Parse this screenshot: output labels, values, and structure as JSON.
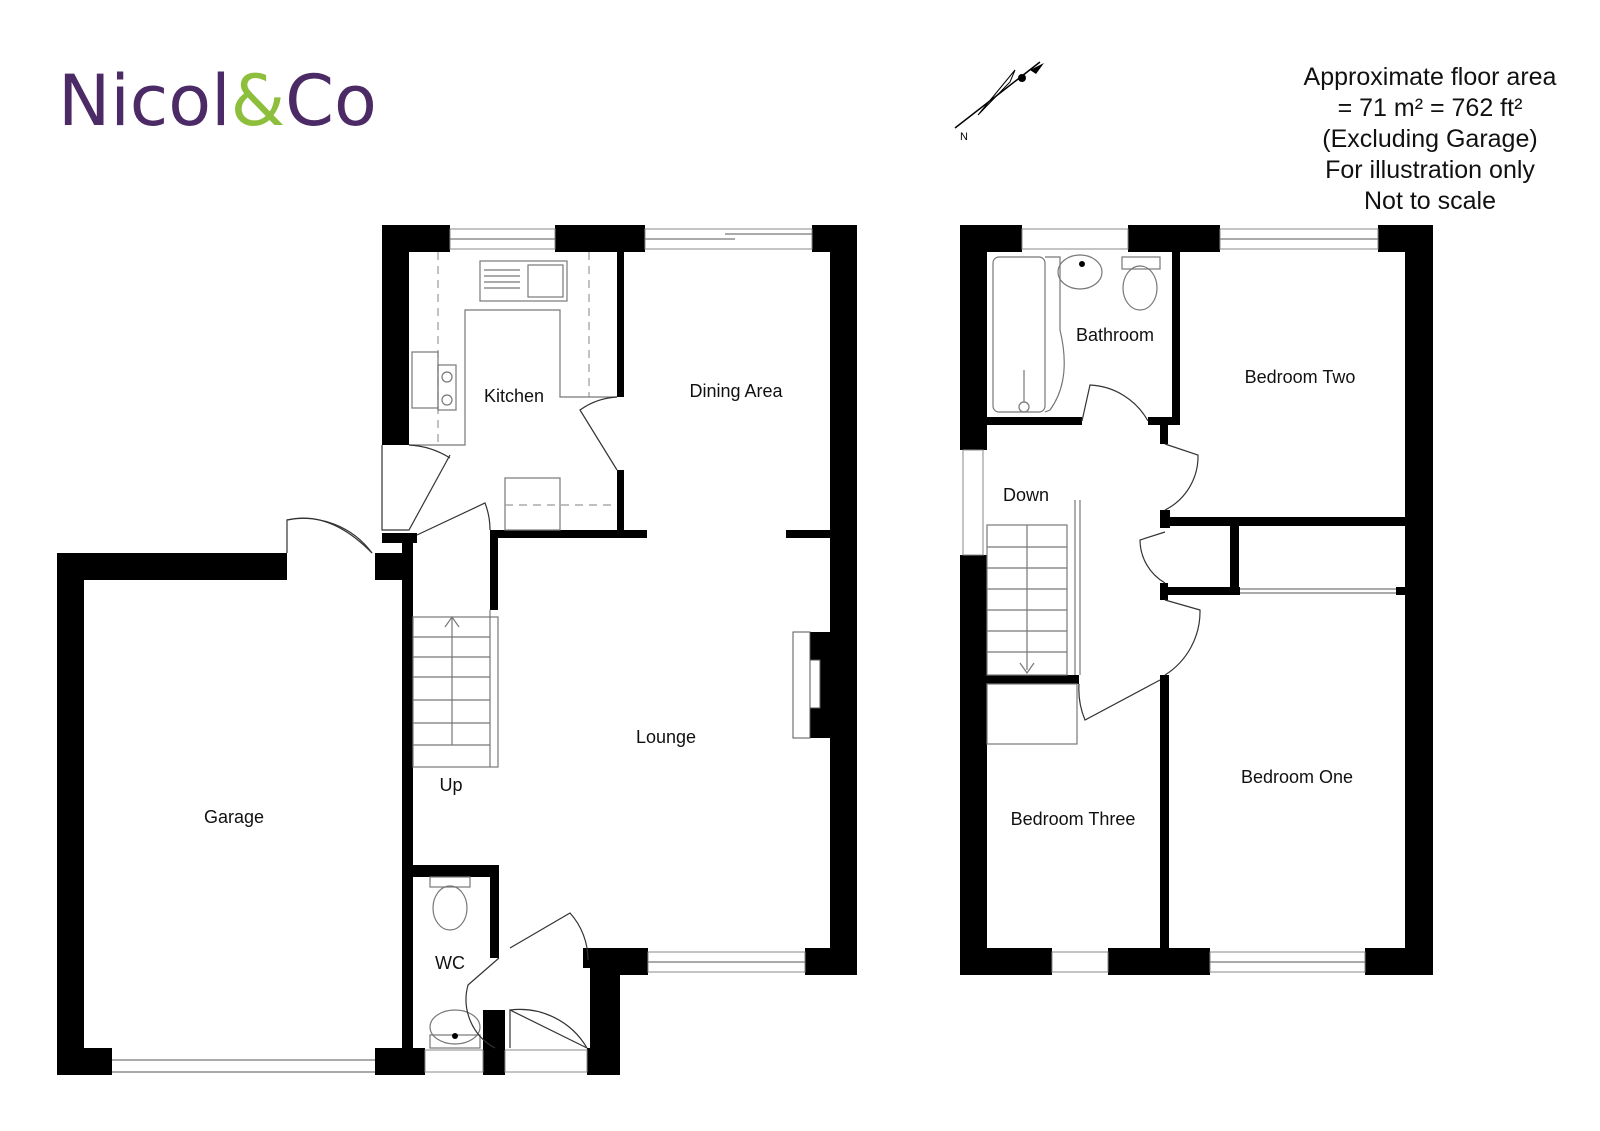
{
  "logo": {
    "text_main": "Nicol",
    "text_amp": "&",
    "text_co": "Co",
    "colors": {
      "main": "#4b2a66",
      "amp": "#8dbf3c"
    }
  },
  "compass": {
    "label": "N"
  },
  "area_note": {
    "lines": [
      "Approximate floor area",
      "= 71 m²   = 762 ft²",
      "(Excluding Garage)",
      "For illustration only",
      "Not to scale"
    ]
  },
  "ground_floor": {
    "rooms": {
      "kitchen": "Kitchen",
      "dining": "Dining Area",
      "lounge": "Lounge",
      "garage": "Garage",
      "wc": "WC",
      "stairs": "Up"
    }
  },
  "first_floor": {
    "rooms": {
      "bathroom": "Bathroom",
      "bedroom_two": "Bedroom Two",
      "bedroom_one": "Bedroom One",
      "bedroom_three": "Bedroom Three",
      "stairs": "Down"
    }
  }
}
